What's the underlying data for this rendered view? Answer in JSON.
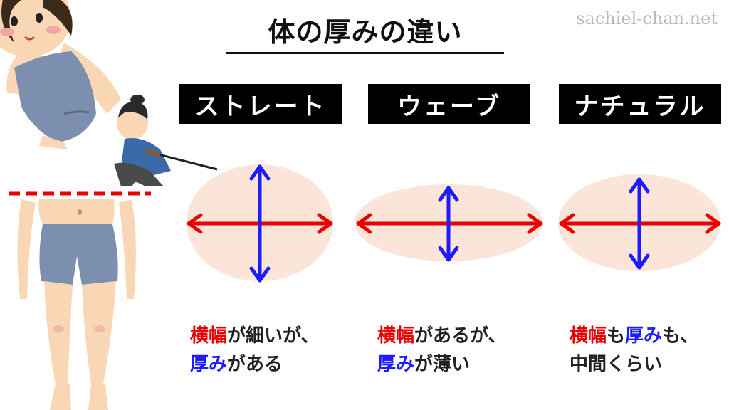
{
  "title": "体の厚みの違い",
  "watermark": "sachiel-chan.net",
  "types": [
    {
      "name": "ストレート",
      "red_word": "横幅",
      "line1_rest": "が細いが、",
      "blue_word": "厚み",
      "line2_rest": "がある"
    },
    {
      "name": "ウェーブ",
      "red_word": "横幅",
      "line1_rest": "があるが、",
      "blue_word": "厚み",
      "line2_rest": "が薄い"
    },
    {
      "name": "ナチュラル",
      "red_word": "横幅",
      "line1_mid": "も",
      "blue_word": "厚み",
      "line1_end": "も、",
      "line2": "中間くらい"
    }
  ],
  "colors": {
    "width_arrow": "#ea0000",
    "thickness_arrow": "#1c1cff",
    "ellipse_fill": "#fbe4d8",
    "cut_line": "#ea0000",
    "skin": "#f9d7b5",
    "clothing": "#7d8fae"
  },
  "illustrations": [
    "woman-upper-body",
    "samurai-cutting",
    "woman-lower-body"
  ]
}
